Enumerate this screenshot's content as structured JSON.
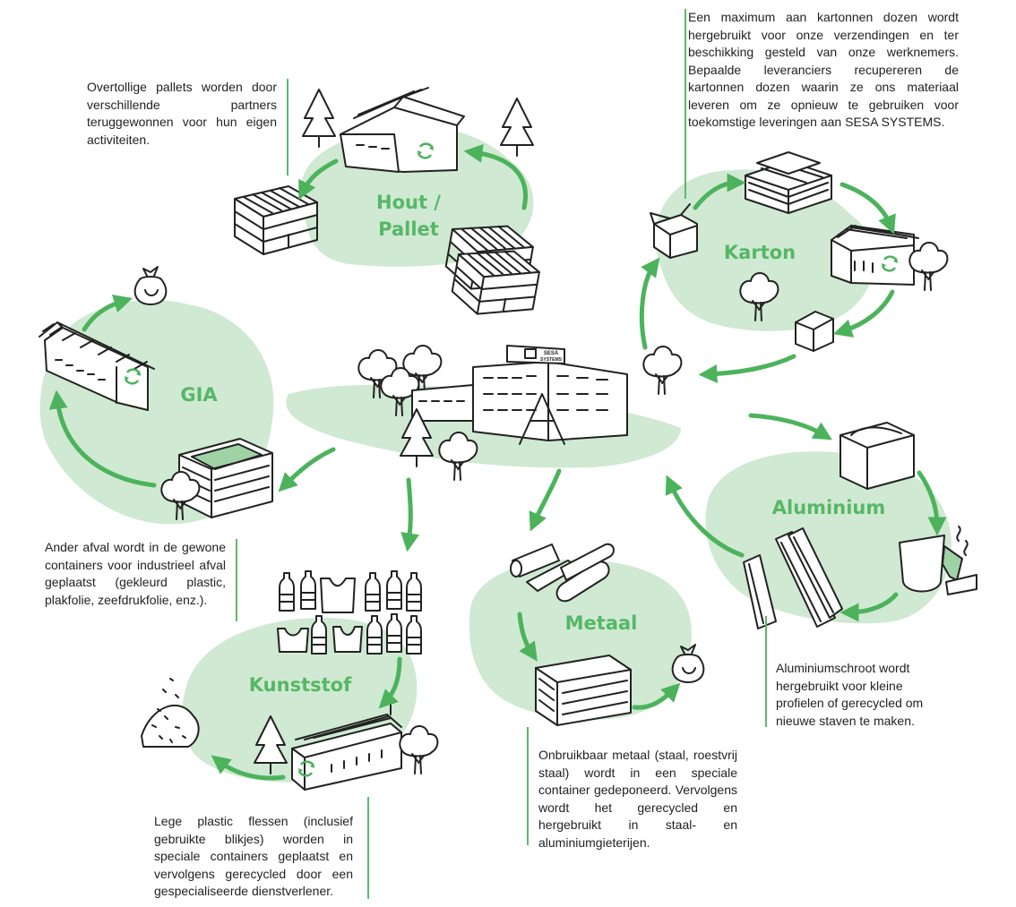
{
  "colors": {
    "blob": "#cfe9d2",
    "arrow": "#4cb35c",
    "label": "#56b766",
    "note_line": "#5cb968",
    "ink": "#222222"
  },
  "center": {
    "company_sign": "SESA\nSYSTEMS"
  },
  "zones": {
    "hout": {
      "label": "Hout /\nPallet"
    },
    "karton": {
      "label": "Karton"
    },
    "gia": {
      "label": "GIA"
    },
    "aluminium": {
      "label": "Aluminium"
    },
    "metaal": {
      "label": "Metaal"
    },
    "kunststof": {
      "label": "Kunststof"
    }
  },
  "notes": {
    "hout": "Overtollige pallets worden door verschillende partners teruggewonnen voor hun eigen activiteiten.",
    "karton": "Een maximum aan kartonnen dozen wordt hergebruikt voor onze verzendingen en ter beschikking gesteld van onze werknemers. Bepaalde leveranciers recupereren de kartonnen dozen waarin ze ons materiaal leveren om ze opnieuw te gebruiken voor toekomstige leveringen aan SESA SYSTEMS.",
    "gia": "Ander afval wordt in de gewone containers voor industrieel afval geplaatst (gekleurd plastic, plakfolie, zeefdrukfolie, enz.).",
    "aluminium": "Aluminiumschroot wordt hergebruikt voor kleine profielen of gerecycled om nieuwe staven te maken.",
    "metaal": "Onbruikbaar metaal (staal, roestvrij staal) wordt in een speciale container gedeponeerd. Vervolgens wordt het gerecycled en hergebruikt in staal- en aluminiumgieterijen.",
    "kunststof": "Lege plastic flessen (inclusief gebruikte blikjes) worden in speciale containers geplaatst en vervolgens gerecycled door een gespecialiseerde dienstverlener."
  },
  "icons": [
    "factory-icon",
    "tree-icon",
    "pallet-icon",
    "cardboard-box-icon",
    "warehouse-icon",
    "recycle-icon",
    "trash-bag-icon",
    "container-icon",
    "bottle-icon",
    "metal-pipes-icon",
    "melting-pot-icon",
    "aluminium-profile-icon",
    "plastic-granules-icon"
  ]
}
